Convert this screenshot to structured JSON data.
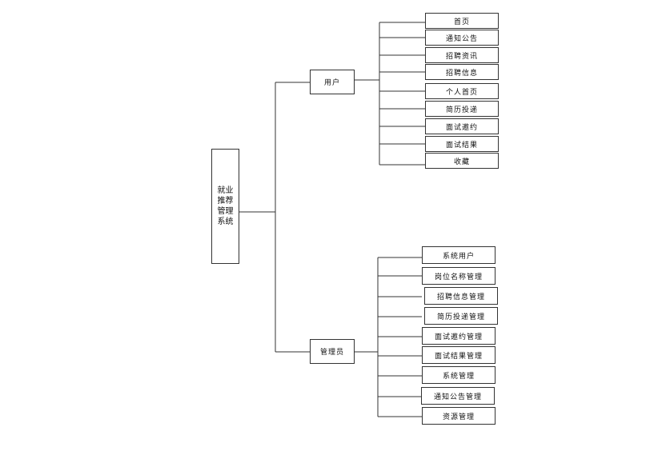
{
  "root": {
    "lines": [
      "就业",
      "推荐",
      "管理",
      "系统"
    ]
  },
  "branches": [
    {
      "label": "用户",
      "children": [
        "首页",
        "通知公告",
        "招聘资讯",
        "招聘信息",
        "个人首页",
        "简历投递",
        "面试邀约",
        "面试结果",
        "收藏"
      ]
    },
    {
      "label": "管理员",
      "children": [
        "系统用户",
        "岗位名称管理",
        "招聘信息管理",
        "简历投递管理",
        "面试邀约管理",
        "面试结果管理",
        "系统管理",
        "通知公告管理",
        "资源管理"
      ]
    }
  ]
}
